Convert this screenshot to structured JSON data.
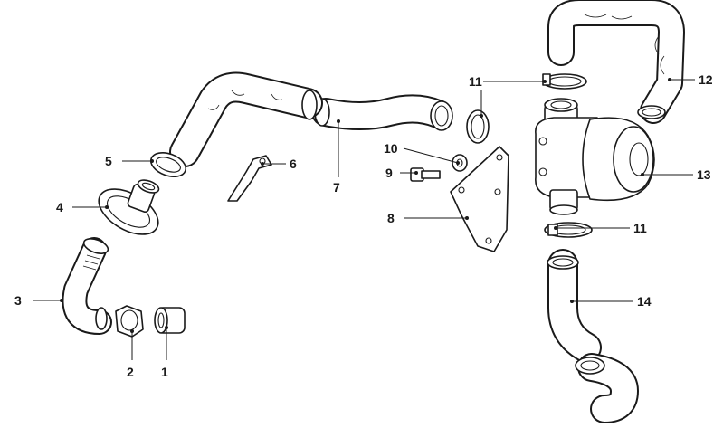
{
  "callouts": [
    {
      "id": "c1",
      "label": "1"
    },
    {
      "id": "c2",
      "label": "2"
    },
    {
      "id": "c3",
      "label": "3"
    },
    {
      "id": "c4",
      "label": "4"
    },
    {
      "id": "c5",
      "label": "5"
    },
    {
      "id": "c6",
      "label": "6"
    },
    {
      "id": "c7",
      "label": "7"
    },
    {
      "id": "c8",
      "label": "8"
    },
    {
      "id": "c9",
      "label": "9"
    },
    {
      "id": "c10",
      "label": "10"
    },
    {
      "id": "c11a",
      "label": "11"
    },
    {
      "id": "c11b",
      "label": "11"
    },
    {
      "id": "c12",
      "label": "12"
    },
    {
      "id": "c13",
      "label": "13"
    },
    {
      "id": "c14",
      "label": "14"
    }
  ]
}
